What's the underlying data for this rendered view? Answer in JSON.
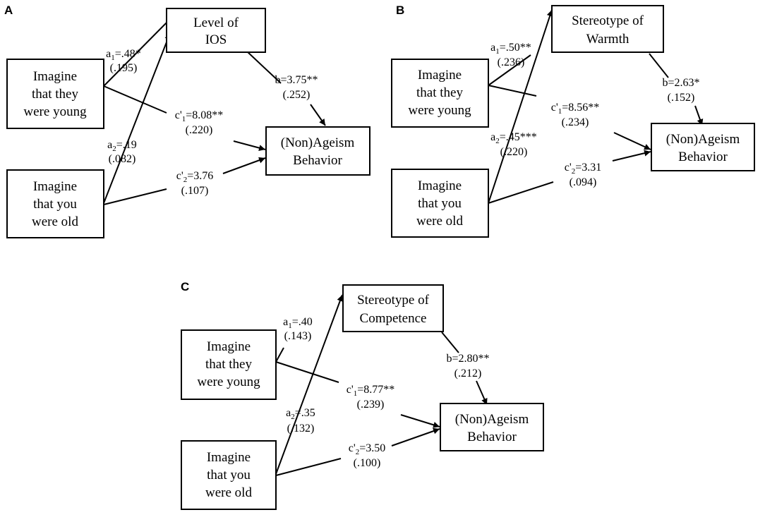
{
  "panels": {
    "A": {
      "panel_label": "A",
      "mediator": [
        "Level of",
        "IOS"
      ],
      "young": [
        "Imagine",
        "that they",
        "were young"
      ],
      "old": [
        "Imagine",
        "that you",
        "were old"
      ],
      "outcome": [
        "(Non)Ageism",
        "Behavior"
      ],
      "a1": {
        "prefix": "a",
        "sub": "1",
        "value": "=.48*",
        "se": "(.195)"
      },
      "a2": {
        "prefix": "a",
        "sub": "2",
        "value": "=.19",
        "se": "(.082)"
      },
      "b": {
        "value": "b=3.75**",
        "se": "(.252)"
      },
      "c1": {
        "prefix": "c'",
        "sub": "1",
        "value": "=8.08**",
        "se": "(.220)"
      },
      "c2": {
        "prefix": "c'",
        "sub": "2",
        "value": "=3.76",
        "se": "(.107)"
      }
    },
    "B": {
      "panel_label": "B",
      "mediator": [
        "Stereotype of",
        "Warmth"
      ],
      "young": [
        "Imagine",
        "that they",
        "were young"
      ],
      "old": [
        "Imagine",
        "that you",
        "were old"
      ],
      "outcome": [
        "(Non)Ageism",
        "Behavior"
      ],
      "a1": {
        "prefix": "a",
        "sub": "1",
        "value": "=.50**",
        "se": "(.236)"
      },
      "a2": {
        "prefix": "a",
        "sub": "2",
        "value": "=.45***",
        "se": "(.220)"
      },
      "b": {
        "value": "b=2.63*",
        "se": "(.152)"
      },
      "c1": {
        "prefix": "c'",
        "sub": "1",
        "value": "=8.56**",
        "se": "(.234)"
      },
      "c2": {
        "prefix": "c'",
        "sub": "2",
        "value": "=3.31",
        "se": "(.094)"
      }
    },
    "C": {
      "panel_label": "C",
      "mediator": [
        "Stereotype of",
        "Competence"
      ],
      "young": [
        "Imagine",
        "that they",
        "were young"
      ],
      "old": [
        "Imagine",
        "that you",
        "were old"
      ],
      "outcome": [
        "(Non)Ageism",
        "Behavior"
      ],
      "a1": {
        "prefix": "a",
        "sub": "1",
        "value": "=.40",
        "se": "(.143)"
      },
      "a2": {
        "prefix": "a",
        "sub": "2",
        "value": "=.35",
        "se": "(.132)"
      },
      "b": {
        "value": "b=2.80**",
        "se": "(.212)"
      },
      "c1": {
        "prefix": "c'",
        "sub": "1",
        "value": "=8.77**",
        "se": "(.239)"
      },
      "c2": {
        "prefix": "c'",
        "sub": "2",
        "value": "=3.50",
        "se": "(.100)"
      }
    }
  }
}
